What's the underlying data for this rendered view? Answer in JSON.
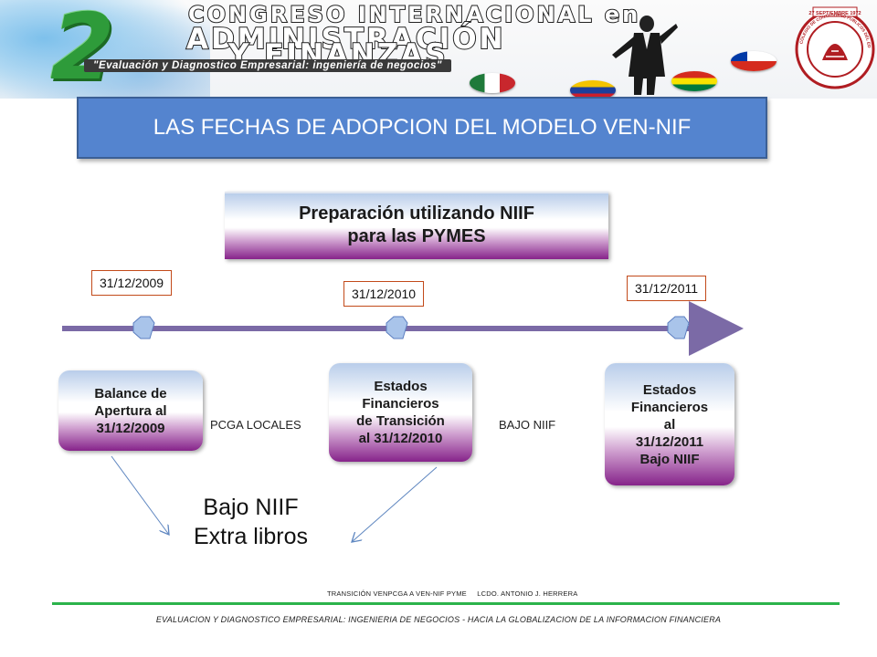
{
  "banner": {
    "line1": "CONGRESO INTERNACIONAL en",
    "line2": "ADMINISTRACIÓN",
    "line3": "Y FINANZAS",
    "number": "2",
    "subtitle": "\"Evaluación y Diagnostico Empresarial: ingeniería de negocios\"",
    "flags": [
      "mexico-flag",
      "venezuela-flag",
      "bolivia-flag",
      "chile-flag"
    ]
  },
  "seal": {
    "icon": "colegio-contadores-seal",
    "text_top": "27 SEPTIEMBRE 1972",
    "text_ring": "COLEGIO DE CONTADORES PUBLICOS DEL EDO. BOLIVAR"
  },
  "header": {
    "title": "LAS FECHAS DE ADOPCION DEL MODELO VEN-NIF"
  },
  "prep_box": {
    "line1": "Preparación utilizando NIIF",
    "line2": "para las PYMES"
  },
  "dates": [
    "31/12/2009",
    "31/12/2010",
    "31/12/2011"
  ],
  "stages": [
    {
      "lines": [
        "Balance de",
        "Apertura  al",
        "31/12/2009"
      ]
    },
    {
      "lines": [
        "Estados",
        "Financieros",
        "de Transición",
        "al 31/12/2010"
      ]
    },
    {
      "lines": [
        "Estados",
        "Financieros",
        "al",
        "31/12/2011",
        "Bajo NIIF"
      ]
    }
  ],
  "labels": {
    "between_1_2": "PCGA LOCALES",
    "between_2_3": "BAJO NIIF"
  },
  "note": {
    "line1": "Bajo NIIF",
    "line2": "Extra libros"
  },
  "footer": {
    "text": "TRANSICIÓN VENPCGA A VEN-NIF PYME     LCDO. ANTONIO J. HERRERA",
    "subtitle": "EVALUACION Y DIAGNOSTICO EMPRESARIAL: INGENIERIA DE NEGOCIOS - HACIA LA GLOBALIZACION DE LA INFORMACION FINANCIERA"
  },
  "colors": {
    "header_bg": "#5484cf",
    "timeline": "#7b6aa6",
    "node": "#a9c4ea",
    "stage_gradient_bottom": "#86238a",
    "date_border": "#c24a1a",
    "footer_line": "#2bb34b"
  }
}
